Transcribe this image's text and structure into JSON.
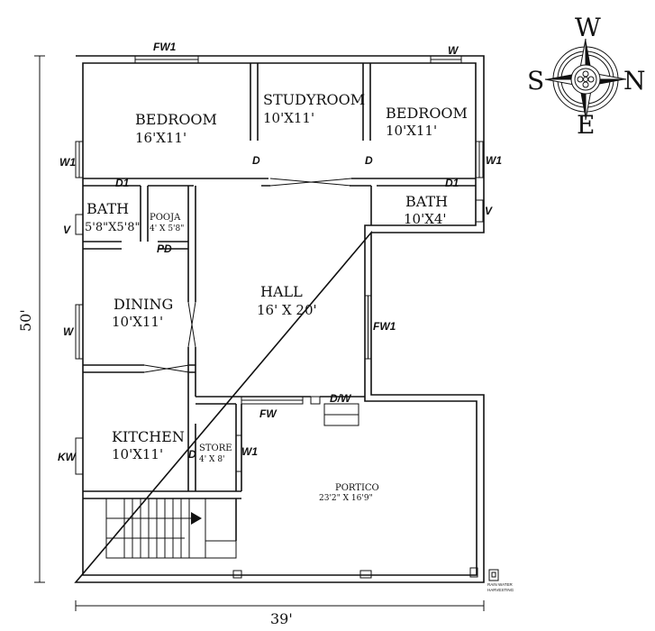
{
  "rooms": {
    "bedroom1": {
      "name": "BEDROOM",
      "dim": "16'X11'"
    },
    "studyroom": {
      "name": "STUDYROOM",
      "dim": "10'X11'"
    },
    "bedroom2": {
      "name": "BEDROOM",
      "dim": "10'X11'"
    },
    "bath1": {
      "name": "BATH",
      "dim": "5'8\"X5'8\""
    },
    "pooja": {
      "name": "POOJA",
      "dim": "4' X 5'8\""
    },
    "bath2": {
      "name": "BATH",
      "dim": "10'X4'"
    },
    "hall": {
      "name": "HALL",
      "dim": "16' X 20'"
    },
    "dining": {
      "name": "DINING",
      "dim": "10'X11'"
    },
    "kitchen": {
      "name": "KITCHEN",
      "dim": "10'X11'"
    },
    "store": {
      "name": "STORE",
      "dim": "4' X 8'"
    },
    "portico": {
      "name": "PORTICO",
      "dim": "23'2\" X 16'9\""
    }
  },
  "tags": {
    "fw1_top": "FW1",
    "w_top": "W",
    "w1_left": "W1",
    "w1_right": "W1",
    "d1_left": "D1",
    "d1_right": "D1",
    "d_left": "D",
    "d_right": "D",
    "v_left": "V",
    "v_right": "V",
    "pd": "PD",
    "w_dining": "W",
    "fw1_hall": "FW1",
    "dw": "D/W",
    "fw": "FW",
    "kw": "KW",
    "d_store": "D",
    "w1_store": "W1"
  },
  "dimensions": {
    "width": "39'",
    "depth": "50'"
  },
  "compass": {
    "north": "N",
    "south": "S",
    "east": "E",
    "west": "W"
  },
  "rainwater": {
    "line1": "RAIN WATER",
    "line2": "HARVESTING"
  }
}
